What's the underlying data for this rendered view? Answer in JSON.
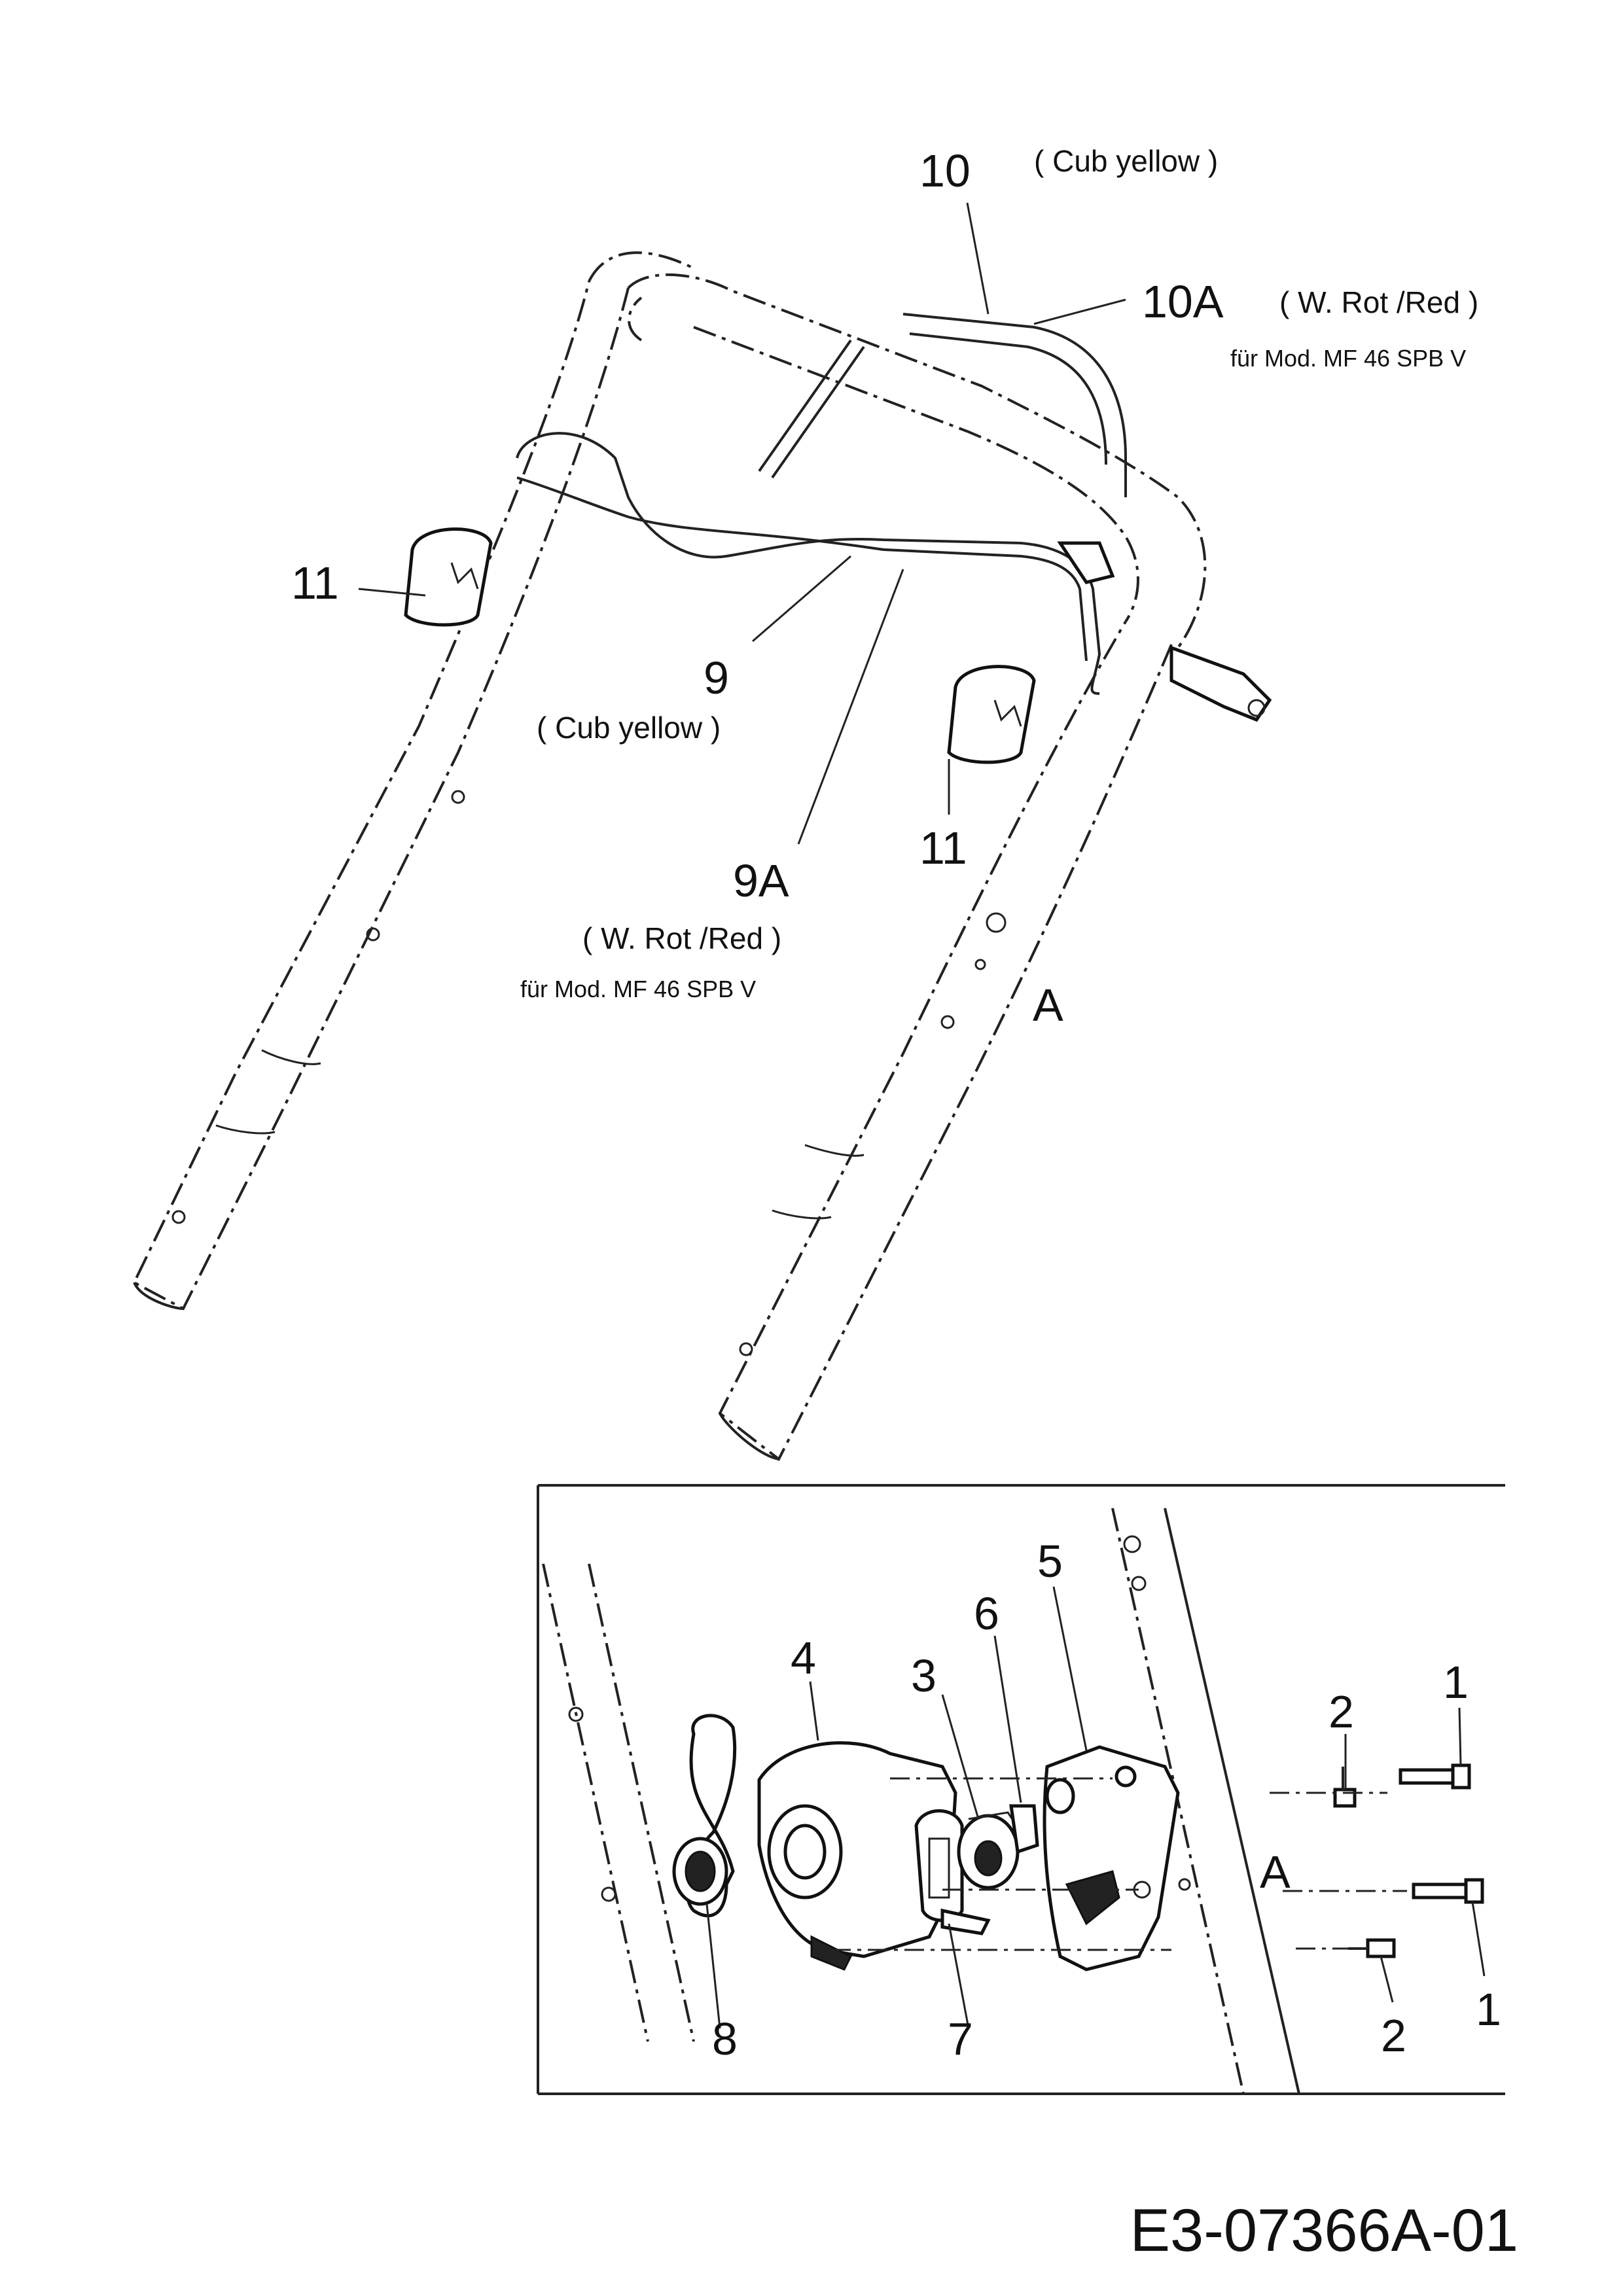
{
  "upper": {
    "callouts": {
      "c10": "10",
      "c10a": "10A",
      "c11_left": "11",
      "c9": "9",
      "c9a": "9A",
      "c11_right": "11",
      "assembly": "A"
    },
    "notes": {
      "n10_color": "( Cub yellow )",
      "n10a_color": "( W. Rot /Red )",
      "n10a_model": "für Mod. MF 46 SPB V",
      "n9_color": "( Cub yellow )",
      "n9a_color": "( W. Rot /Red )",
      "n9a_model": "für Mod. MF 46 SPB V"
    }
  },
  "inset": {
    "assembly": "A",
    "callouts": {
      "p5": "5",
      "p6": "6",
      "p4": "4",
      "p3": "3",
      "p1_top": "1",
      "p2_top": "2",
      "p8": "8",
      "p7": "7",
      "p1_bottom": "1",
      "p2_bottom": "2"
    }
  },
  "document_code": "E3-07366A-01"
}
